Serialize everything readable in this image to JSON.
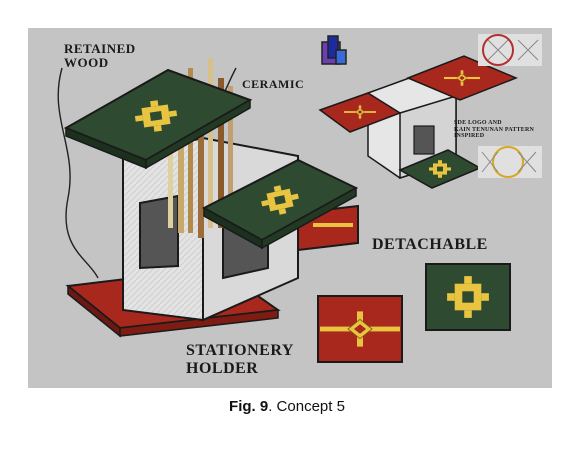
{
  "figure": {
    "labels": {
      "retained_wood": "RETAINED\nWOOD",
      "ceramic": "CERAMIC",
      "sde_logo": "SDE LOGO AND\nKAIN TENUNAN PATTERN\nINSPIRED",
      "detachable": "DETACHABLE",
      "stationery_holder": "STATIONERY\nHOLDER"
    },
    "colors": {
      "background": "#c4c4c4",
      "green_tile": "#2e4a30",
      "red_tile": "#a8281e",
      "gold_motif": "#e8c440",
      "ceramic": "#e6e6e6"
    },
    "icons": [
      "sde-logo-icon",
      "kain-tenunan-pattern-icon"
    ]
  },
  "caption": {
    "label": "Fig. 9",
    "text": ". Concept 5"
  }
}
